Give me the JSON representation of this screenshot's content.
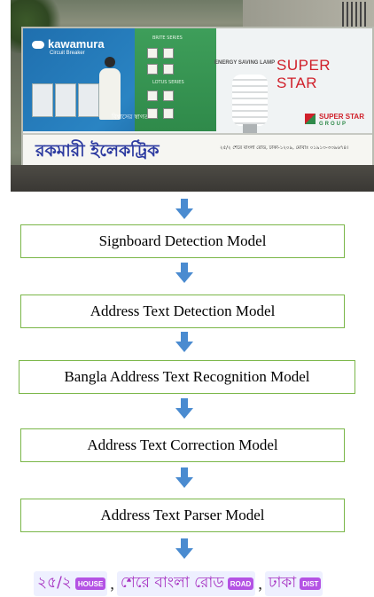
{
  "signboard": {
    "brand_left": "kawamura",
    "brand_left_sub": "Circuit Breaker",
    "tagline_bn": "বিশ্বাসের স্বাগতম",
    "series_top": "BRITE SERIES",
    "series_mid": "LOTUS SERIES",
    "lamp_label": "ENERGY SAVING LAMP",
    "brand_right": "SUPER STAR",
    "brand_right_group_top": "SUPER STAR",
    "brand_right_group_bottom": "GROUP",
    "shop_name": "রকমারী ইলেকট্রিক",
    "shop_address": "২৫/২ শেরে বাংলা রোড, ঢাকা-১২০৯, মোবাঃ ০১৯১৩-৩৩৯৬৭৪।"
  },
  "pipeline": {
    "stages": [
      "Signboard Detection Model",
      "Address Text Detection Model",
      "Bangla Address Text Recognition Model",
      "Address Text Correction Model",
      "Address Text Parser Model"
    ]
  },
  "output": {
    "tokens": [
      {
        "text": "২৫/২",
        "tag": "HOUSE"
      },
      {
        "text": "শেরে বাংলা রোড",
        "tag": "ROAD"
      },
      {
        "text": "ঢাকা",
        "tag": "DIST"
      }
    ],
    "separator": ","
  },
  "colors": {
    "arrow": "#4a8bd0",
    "stage_border": "#7ab648",
    "tag_bg": "#b453e4",
    "token_text": "#a632c2"
  }
}
